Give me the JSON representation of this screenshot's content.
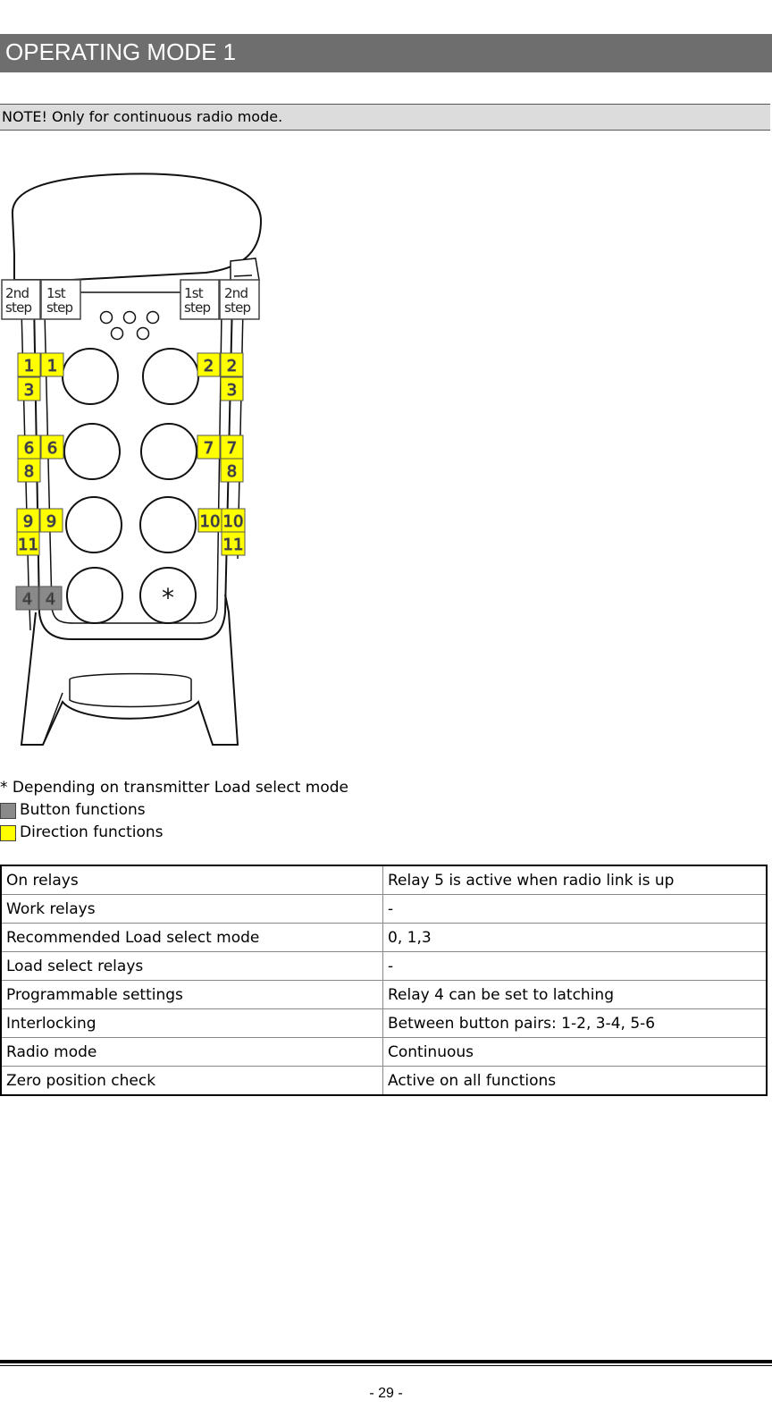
{
  "header": {
    "title": "OPERATING MODE 1"
  },
  "note": {
    "text": "NOTE! Only for continuous radio mode."
  },
  "diagram": {
    "step_labels": {
      "left_outer": [
        "2nd",
        "step"
      ],
      "left_inner": [
        "1st",
        "step"
      ],
      "right_inner": [
        "1st",
        "step"
      ],
      "right_outer": [
        "2nd",
        "step"
      ]
    },
    "button_labels": {
      "r1_left_outer": "1",
      "r1_left_inner": "1",
      "r1_left_second": "3",
      "r1_right_inner": "2",
      "r1_right_outer": "2",
      "r1_right_second": "3",
      "r2_left_outer": "6",
      "r2_left_inner": "6",
      "r2_left_second": "8",
      "r2_right_inner": "7",
      "r2_right_outer": "7",
      "r2_right_second": "8",
      "r3_left_outer": "9",
      "r3_left_inner": "9",
      "r3_left_second": "11",
      "r3_right_inner": "10",
      "r3_right_outer": "10",
      "r3_right_second": "11",
      "r4_left_outer": "4",
      "r4_left_inner": "4"
    },
    "asterisk": "*",
    "colors": {
      "direction": "#ffff00",
      "button": "#8a8a8a"
    }
  },
  "legend": {
    "footnote": "* Depending on transmitter Load select mode",
    "button_functions": "Button functions",
    "direction_functions": "Direction functions"
  },
  "spec_table": {
    "rows": [
      {
        "key": "On relays",
        "value": "Relay 5 is active when radio link is up"
      },
      {
        "key": "Work relays",
        "value": "-"
      },
      {
        "key": "Recommended Load select mode",
        "value": "0, 1,3"
      },
      {
        "key": "Load select relays",
        "value": "-"
      },
      {
        "key": "Programmable settings",
        "value": "Relay 4 can be set to latching"
      },
      {
        "key": "Interlocking",
        "value": "Between button pairs: 1-2, 3-4, 5-6"
      },
      {
        "key": "Radio mode",
        "value": "Continuous"
      },
      {
        "key": "Zero position check",
        "value": "Active on all functions"
      }
    ]
  },
  "footer": {
    "page_number": "- 29 -"
  }
}
